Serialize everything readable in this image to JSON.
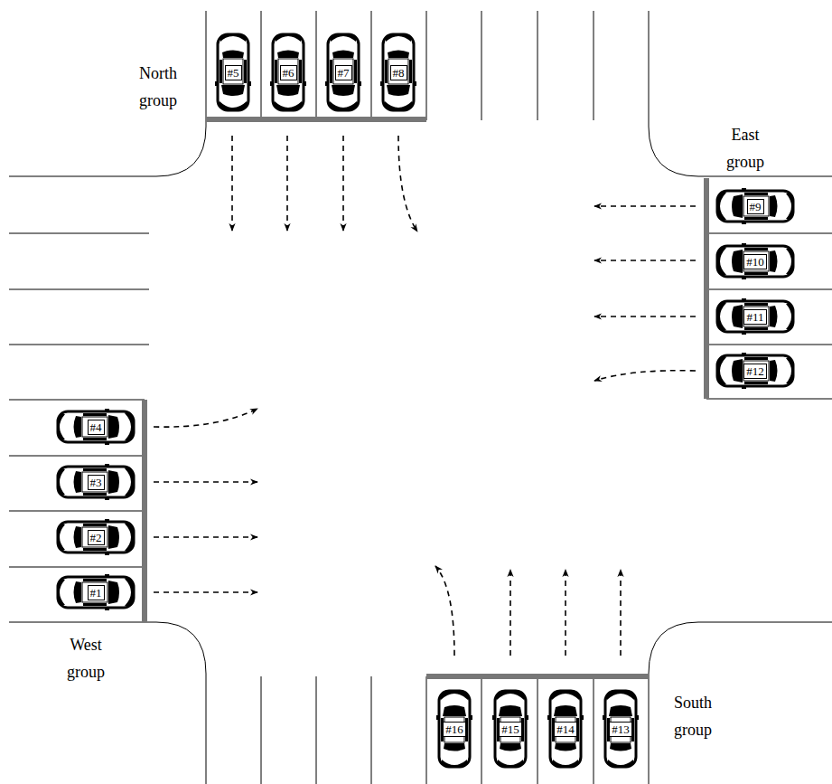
{
  "diagram": {
    "nodes": [
      {
        "text": [
          "#5"
        ]
      },
      {
        "text": [
          "#6"
        ]
      },
      {
        "text": [
          "#7"
        ]
      },
      {
        "text": [
          "#8"
        ]
      },
      {
        "text": [
          "#9"
        ]
      },
      {
        "text": [
          "#10"
        ]
      },
      {
        "text": [
          "#11"
        ]
      },
      {
        "text": [
          "#12"
        ]
      },
      {
        "text": [
          "#4"
        ]
      },
      {
        "text": [
          "#3"
        ]
      },
      {
        "text": [
          "#2"
        ]
      },
      {
        "text": [
          "#1"
        ]
      },
      {
        "text": [
          "#16"
        ]
      },
      {
        "text": [
          "#15"
        ]
      },
      {
        "text": [
          "#14"
        ]
      },
      {
        "text": [
          "#13"
        ]
      }
    ],
    "labels": [
      "North group",
      "East group",
      "West group",
      "South group"
    ]
  }
}
